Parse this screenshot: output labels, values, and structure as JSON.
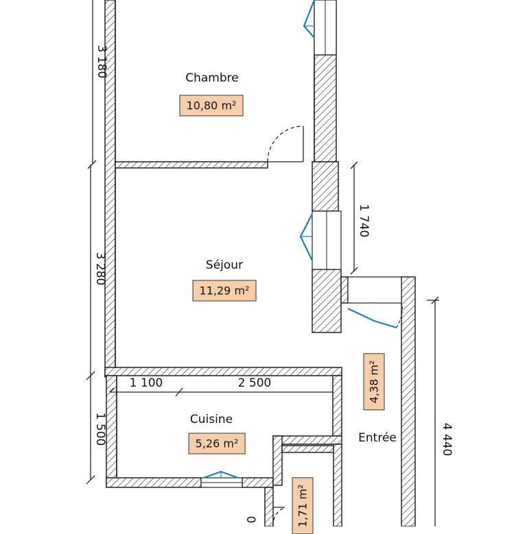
{
  "rooms": {
    "chambre": {
      "name": "Chambre",
      "area": "10,80 m²"
    },
    "sejour": {
      "name": "Séjour",
      "area": "11,29 m²"
    },
    "cuisine": {
      "name": "Cuisine",
      "area": "5,26 m²"
    },
    "entree": {
      "name": "Entrée",
      "area": "4,38 m²"
    },
    "small_room": {
      "area": "1,71 m²"
    }
  },
  "dimensions": {
    "chambre_height": "3 180",
    "sejour_height": "3 280",
    "cuisine_height": "1 500",
    "window_height": "1 740",
    "entree_height": "4 440",
    "cuisine_width_a": "1 100",
    "cuisine_width_b": "2 500",
    "bottom_partial": "0"
  },
  "colors": {
    "area_label_bg": "#f6cfaa",
    "window_blue": "#1a7fb5",
    "wall_line": "#222222"
  }
}
